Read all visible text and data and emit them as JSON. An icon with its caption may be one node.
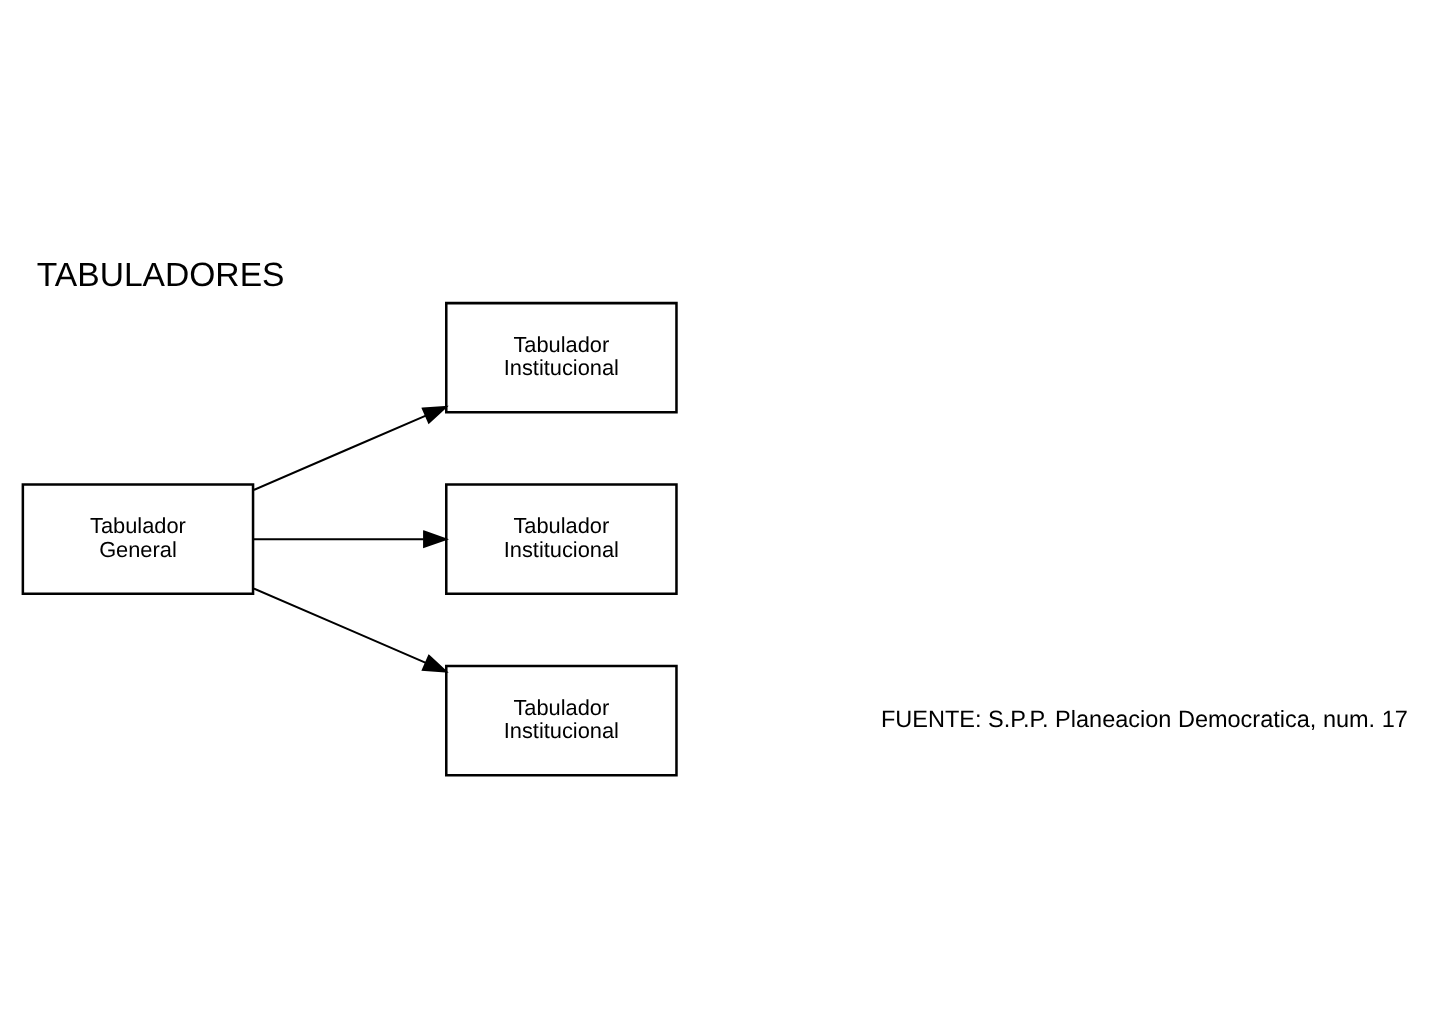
{
  "diagram": {
    "title": "TABULADORES",
    "caption": "FUENTE: S.P.P. Planeacion Democratica, num. 17",
    "nodes": [
      {
        "text": [
          "Tabulador General"
        ]
      },
      {
        "text": [
          "Tabulador Institucional"
        ]
      },
      {
        "text": [
          "Tabulador Institucional"
        ]
      },
      {
        "text": [
          "Tabulador Institucional"
        ]
      }
    ],
    "edges": [
      {
        "from": 0,
        "to": 1,
        "arrow": "to"
      },
      {
        "from": 0,
        "to": 2,
        "arrow": "to"
      },
      {
        "from": 0,
        "to": 3,
        "arrow": "to"
      }
    ]
  }
}
